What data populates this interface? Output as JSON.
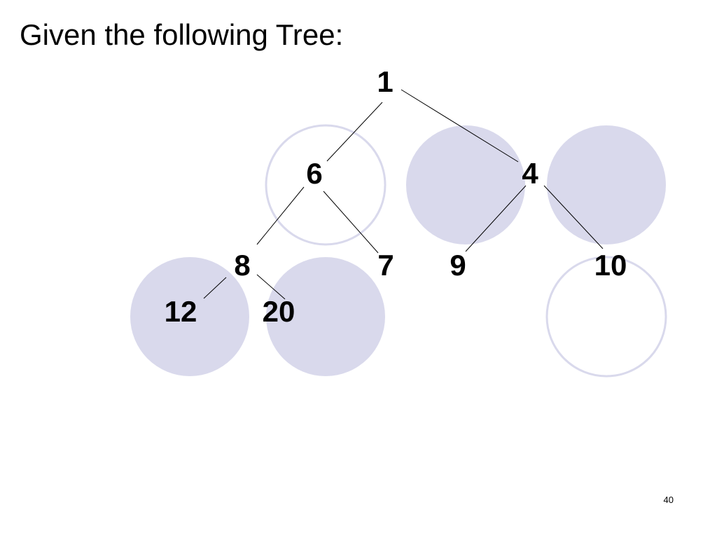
{
  "slide": {
    "title": "Given the following Tree:",
    "page_number": "40"
  },
  "colors": {
    "circle_fill": "#d9d9ec",
    "circle_outline": "#d9d9ec",
    "edge": "#000000",
    "text": "#000000"
  },
  "tree": {
    "nodes": [
      {
        "id": "n1",
        "label": "1"
      },
      {
        "id": "n6",
        "label": "6"
      },
      {
        "id": "n4",
        "label": "4"
      },
      {
        "id": "n8",
        "label": "8"
      },
      {
        "id": "n7",
        "label": "7"
      },
      {
        "id": "n9",
        "label": "9"
      },
      {
        "id": "n10",
        "label": "10"
      },
      {
        "id": "n12",
        "label": "12"
      },
      {
        "id": "n20",
        "label": "20"
      }
    ],
    "edges": [
      {
        "from": "n1",
        "to": "n6"
      },
      {
        "from": "n1",
        "to": "n4"
      },
      {
        "from": "n6",
        "to": "n8"
      },
      {
        "from": "n6",
        "to": "n7"
      },
      {
        "from": "n4",
        "to": "n9"
      },
      {
        "from": "n4",
        "to": "n10"
      },
      {
        "from": "n8",
        "to": "n12"
      },
      {
        "from": "n8",
        "to": "n20"
      }
    ]
  }
}
